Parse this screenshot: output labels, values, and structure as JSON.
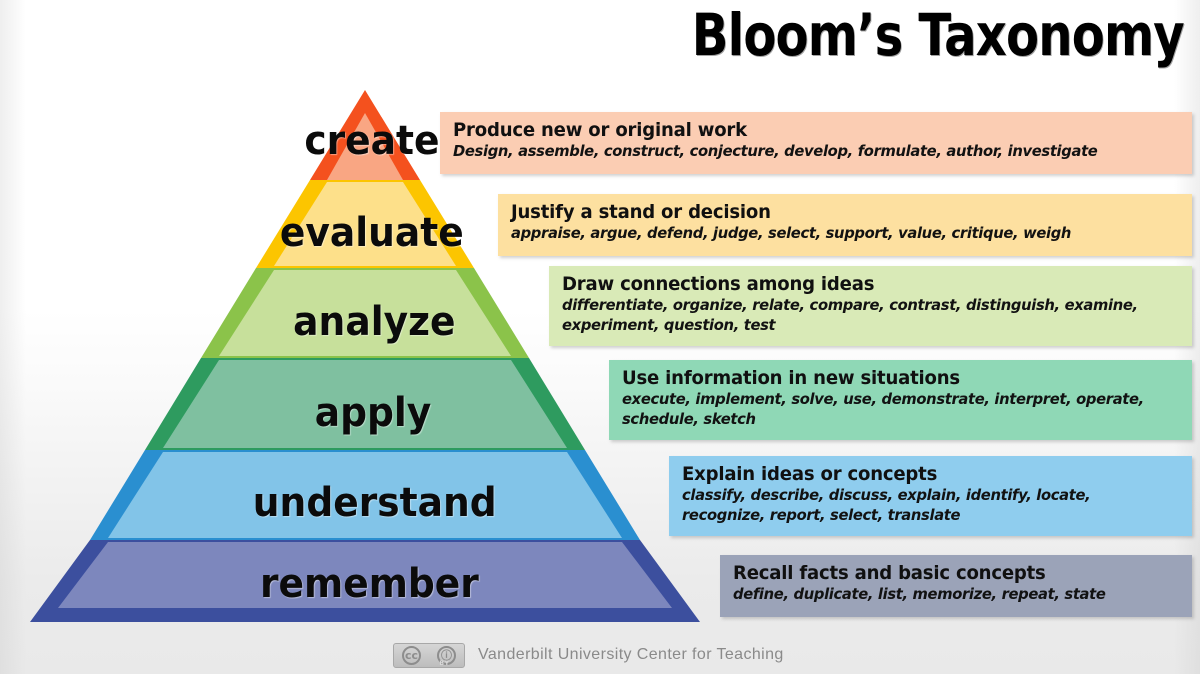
{
  "title": "Bloom’s Taxonomy",
  "colors": {
    "create_fill": "#f9a683",
    "create_stroke": "#f4511e",
    "create_box": "#fbcdb3",
    "evaluate_fill": "#fde08a",
    "evaluate_stroke": "#fcc500",
    "evaluate_box": "#fde0a0",
    "analyze_fill": "#c7e09b",
    "analyze_stroke": "#8bc34a",
    "analyze_box": "#d9eab7",
    "apply_fill": "#7fc0a0",
    "apply_stroke": "#2e9b5f",
    "apply_box": "#8fd8b6",
    "understand_fill": "#82c4e8",
    "understand_stroke": "#2a8fd0",
    "understand_box": "#8fcdee",
    "remember_fill": "#7d87bd",
    "remember_stroke": "#3c4f9e",
    "remember_box": "#9ba3b8",
    "text": "#0b0b0b"
  },
  "tiers": [
    {
      "id": "create",
      "label": "create",
      "heading": "Produce new or original work",
      "verbs": "Design, assemble, construct, conjecture, develop, formulate, author, investigate"
    },
    {
      "id": "evaluate",
      "label": "evaluate",
      "heading": "Justify a stand or decision",
      "verbs": "appraise, argue, defend, judge, select, support, value, critique, weigh"
    },
    {
      "id": "analyze",
      "label": "analyze",
      "heading": "Draw connections among ideas",
      "verbs": "differentiate, organize, relate, compare, contrast, distinguish, examine, experiment, question, test"
    },
    {
      "id": "apply",
      "label": "apply",
      "heading": "Use information in new situations",
      "verbs": "execute, implement, solve, use, demonstrate, interpret, operate, schedule, sketch"
    },
    {
      "id": "understand",
      "label": "understand",
      "heading": "Explain ideas or concepts",
      "verbs": "classify, describe, discuss, explain, identify, locate, recognize, report, select, translate"
    },
    {
      "id": "remember",
      "label": "remember",
      "heading": "Recall facts and basic concepts",
      "verbs": "define, duplicate, list, memorize, repeat, state"
    }
  ],
  "footer": {
    "license_mark": "cc",
    "license_attribution_glyph": "ⓘ",
    "license_by": "BY",
    "credit": "Vanderbilt University Center for Teaching"
  },
  "chart_data": {
    "type": "pyramid",
    "title": "Bloom’s Taxonomy",
    "orientation": "apex-top",
    "levels_low_to_high": [
      "remember",
      "understand",
      "apply",
      "analyze",
      "evaluate",
      "create"
    ],
    "levels": [
      {
        "rank": 6,
        "name": "create",
        "definition": "Produce new or original work",
        "verb_count": 8
      },
      {
        "rank": 5,
        "name": "evaluate",
        "definition": "Justify a stand or decision",
        "verb_count": 9
      },
      {
        "rank": 4,
        "name": "analyze",
        "definition": "Draw connections among ideas",
        "verb_count": 10
      },
      {
        "rank": 3,
        "name": "apply",
        "definition": "Use information in new situations",
        "verb_count": 9
      },
      {
        "rank": 2,
        "name": "understand",
        "definition": "Explain ideas or concepts",
        "verb_count": 10
      },
      {
        "rank": 1,
        "name": "remember",
        "definition": "Recall facts and basic concepts",
        "verb_count": 6
      }
    ],
    "legend_position": "right",
    "grid": false
  }
}
